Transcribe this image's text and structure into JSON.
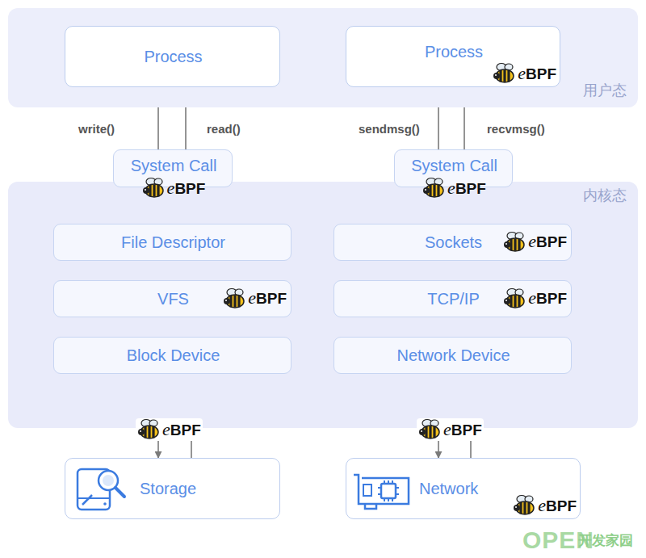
{
  "diagram": {
    "nodes": [
      {
        "text": [
          "用户态"
        ]
      },
      {
        "text": [
          "Process"
        ],
        "in": 0
      },
      {
        "text": [
          "Process",
          "eBPF"
        ],
        "in": 0
      },
      {
        "text": [
          "System Call",
          "eBPF"
        ]
      },
      {
        "text": [
          "System Call",
          "eBPF"
        ]
      },
      {
        "text": [
          "内核态"
        ]
      },
      {
        "text": [
          "File Descriptor"
        ],
        "in": 5
      },
      {
        "text": [
          "VFS",
          "eBPF"
        ],
        "in": 5
      },
      {
        "text": [
          "Block Device"
        ],
        "in": 5
      },
      {
        "text": [
          "Sockets",
          "eBPF"
        ],
        "in": 5
      },
      {
        "text": [
          "TCP/IP",
          "eBPF"
        ],
        "in": 5
      },
      {
        "text": [
          "Network Device"
        ],
        "in": 5
      },
      {
        "text": [
          "Storage"
        ]
      },
      {
        "text": [
          "Network",
          "eBPF"
        ]
      }
    ],
    "edges": [
      {
        "from": 1,
        "to": 3,
        "label": "write()",
        "arrow": "none"
      },
      {
        "from": 3,
        "to": 6,
        "arrow": "to"
      },
      {
        "from": 6,
        "to": 3,
        "arrow": "none"
      },
      {
        "from": 3,
        "to": 1,
        "label": "read()",
        "arrow": "to"
      },
      {
        "from": 2,
        "to": 4,
        "label": "sendmsg()",
        "arrow": "none"
      },
      {
        "from": 4,
        "to": 9,
        "arrow": "to"
      },
      {
        "from": 9,
        "to": 4,
        "arrow": "none"
      },
      {
        "from": 4,
        "to": 2,
        "label": "recvmsg()",
        "arrow": "to"
      },
      {
        "from": 8,
        "to": 12,
        "arrow": "to"
      },
      {
        "from": 12,
        "to": 8,
        "arrow": "to"
      },
      {
        "from": 11,
        "to": 13,
        "arrow": "to"
      },
      {
        "from": 13,
        "to": 11,
        "arrow": "to"
      }
    ],
    "labels": [
      "eBPF",
      "eBPF",
      "OPEN",
      "开发家园"
    ]
  }
}
